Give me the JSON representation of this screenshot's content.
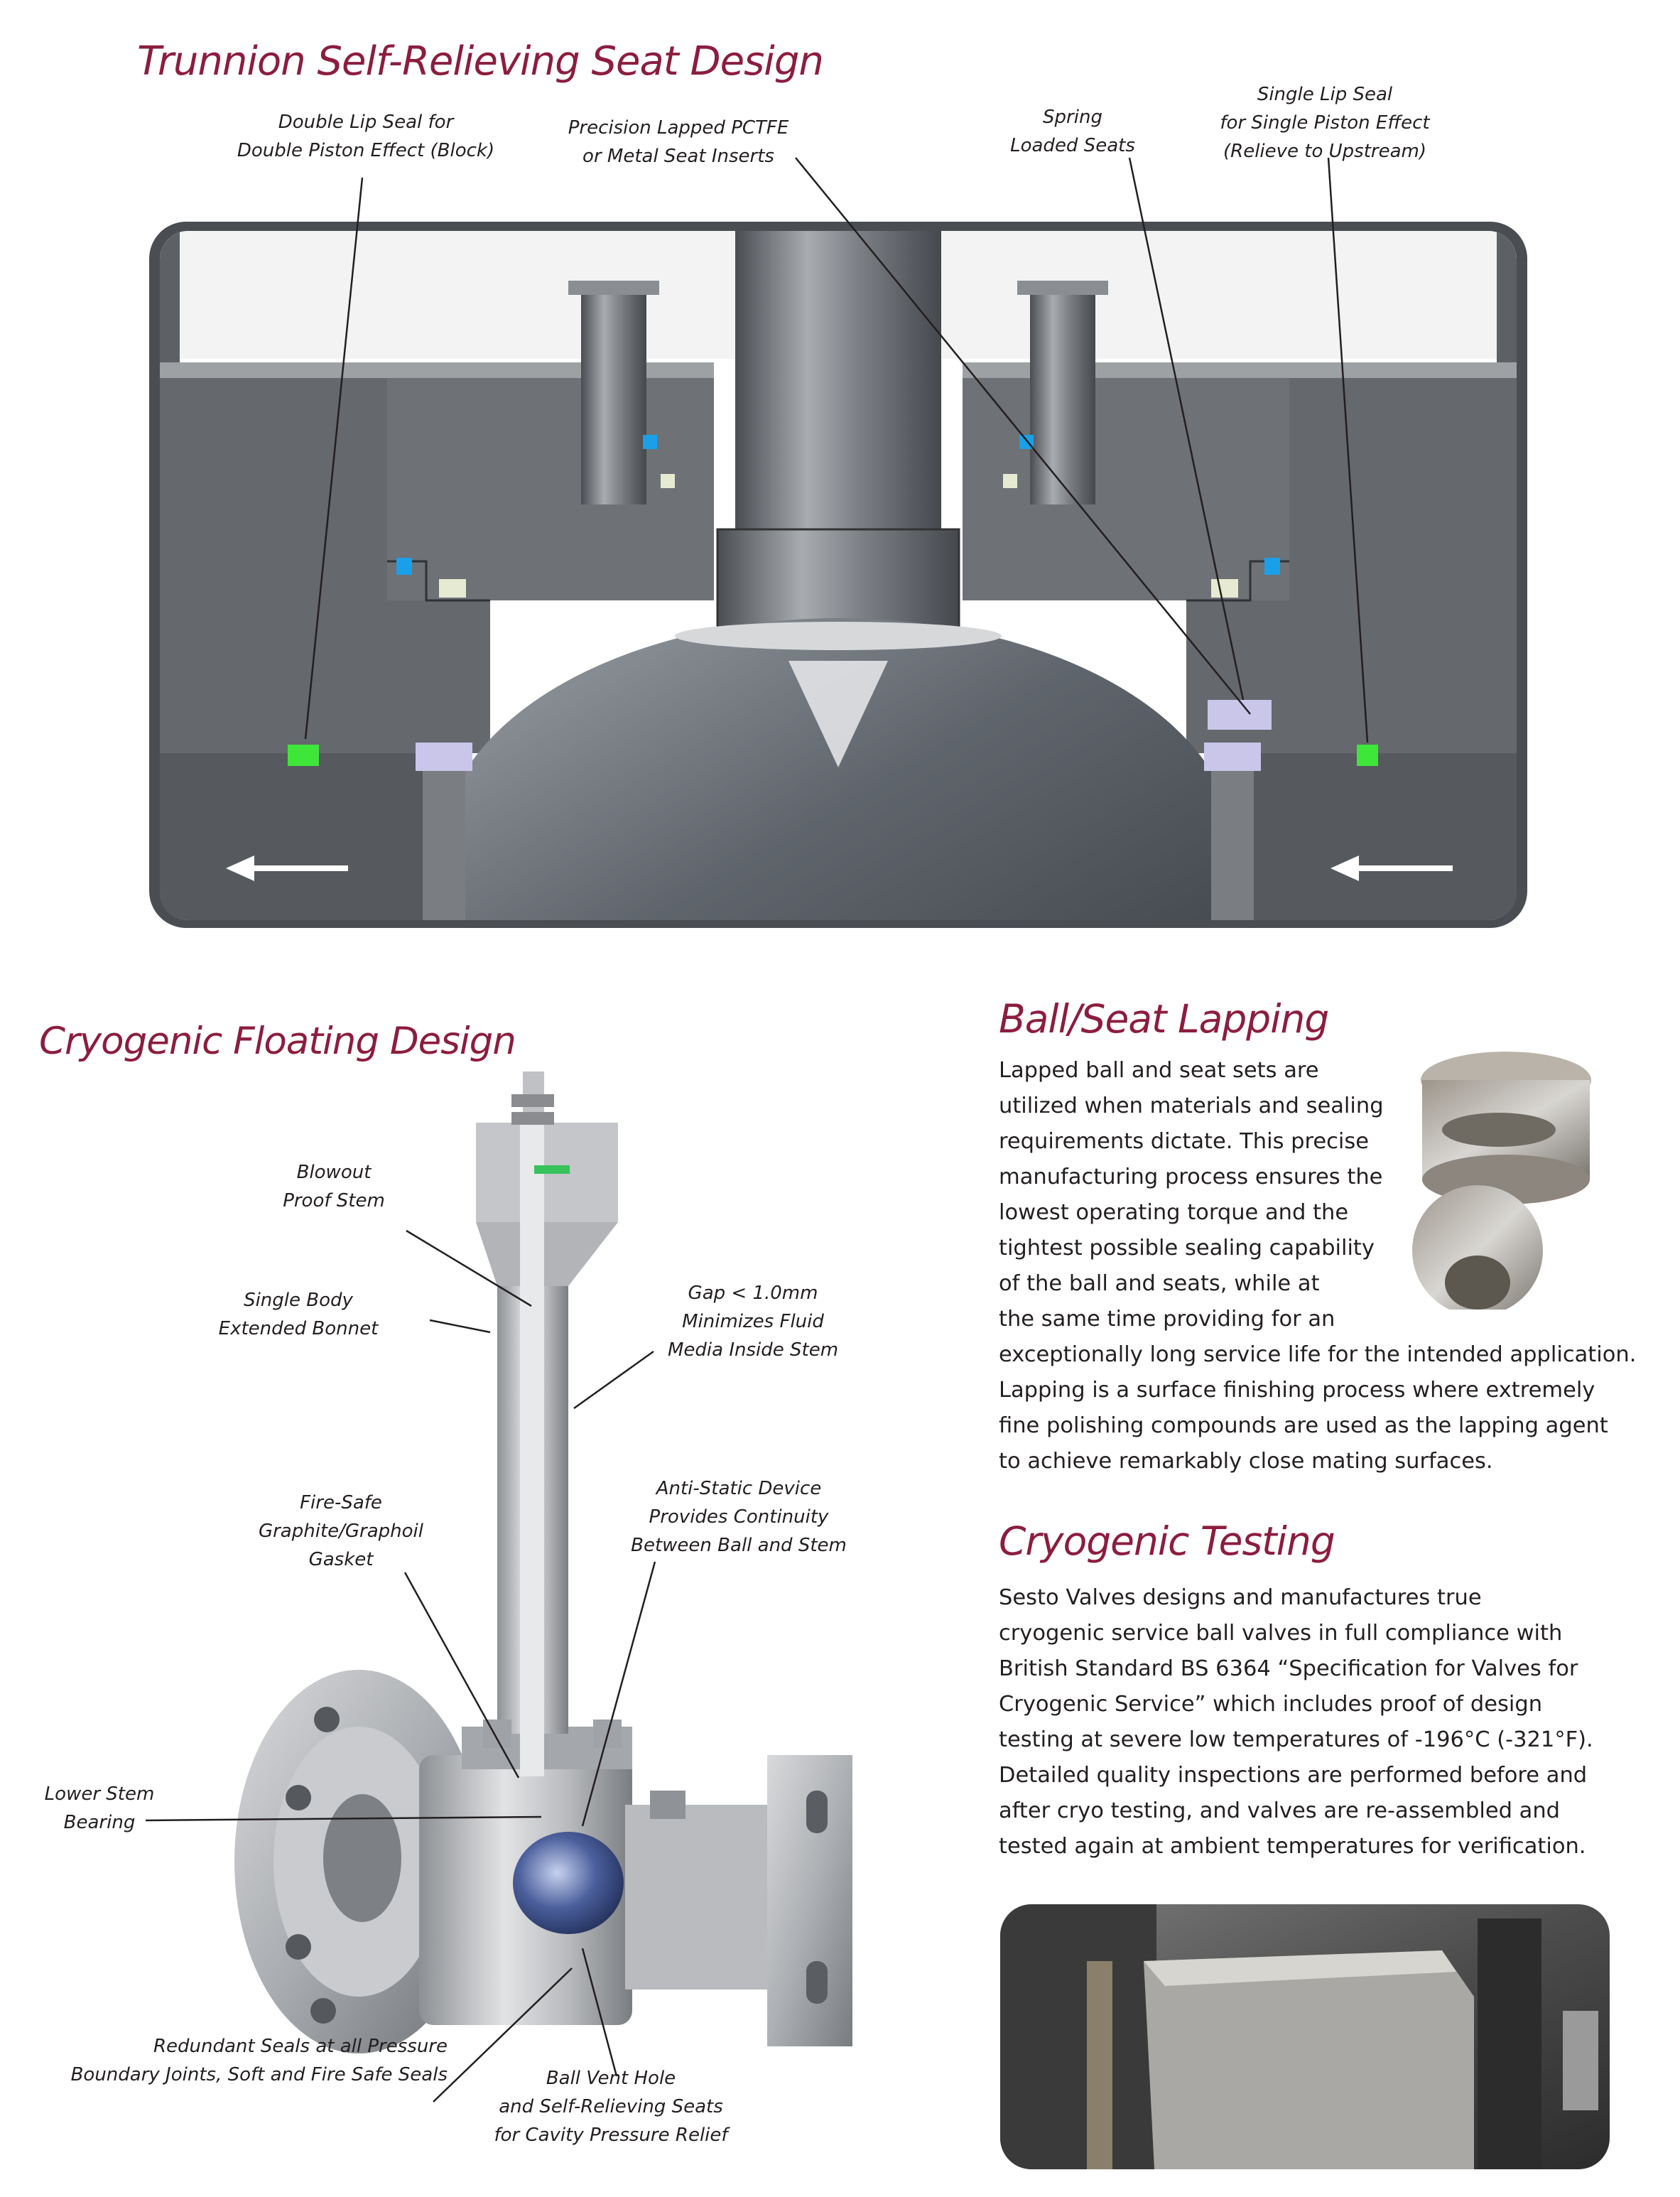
{
  "trunnion": {
    "title": "Trunnion Self-Relieving Seat Design",
    "callouts": {
      "double_lip": [
        "Double Lip Seal for",
        "Double Piston Effect (Block)"
      ],
      "lapped_inserts": [
        "Precision Lapped PCTFE",
        "or Metal Seat Inserts"
      ],
      "spring_seats": [
        "Spring",
        "Loaded Seats"
      ],
      "single_lip": [
        "Single Lip Seal",
        "for Single Piston Effect",
        "(Relieve to Upstream)"
      ]
    }
  },
  "cryogenic_floating": {
    "title": "Cryogenic Floating Design",
    "callouts": {
      "blowout": [
        "Blowout",
        "Proof Stem"
      ],
      "bonnet": [
        "Single Body",
        "Extended Bonnet"
      ],
      "gap": [
        "Gap < 1.0mm",
        "Minimizes Fluid",
        "Media Inside Stem"
      ],
      "firesafe": [
        "Fire-Safe",
        "Graphite/Graphoil",
        "Gasket"
      ],
      "antistatic": [
        "Anti-Static Device",
        "Provides Continuity",
        "Between Ball and Stem"
      ],
      "lower_bearing": [
        "Lower Stem",
        "Bearing"
      ],
      "redundant": [
        "Redundant Seals at all Pressure",
        "Boundary Joints, Soft and Fire Safe Seals"
      ],
      "vent": [
        "Ball Vent Hole",
        "and Self-Relieving Seats",
        "for Cavity Pressure Relief"
      ]
    }
  },
  "lapping": {
    "title": "Ball/Seat Lapping",
    "lines": [
      "Lapped ball and seat sets are",
      "utilized when materials and sealing",
      "requirements dictate. This precise",
      "manufacturing process ensures the",
      "lowest operating torque and the",
      "tightest possible sealing capability",
      "of the ball and seats, while at",
      "the same time providing for an",
      "exceptionally long service life for the intended application.",
      "Lapping is a surface finishing process where extremely",
      "fine polishing compounds are used as the lapping agent",
      "to achieve remarkably close mating surfaces."
    ]
  },
  "testing": {
    "title": "Cryogenic Testing",
    "lines": [
      "Sesto Valves designs and manufactures true",
      "cryogenic service ball valves in full compliance with",
      "British Standard BS 6364 “Specification for Valves for",
      "Cryogenic Service” which includes proof of design",
      "testing at severe low temperatures of -196°C (-321°F).",
      "Detailed quality inspections are performed before and",
      "after cryo testing, and valves are re-assembled and",
      "tested again at ambient temperatures for verification."
    ]
  },
  "colors": {
    "heading": "#8c1d3f",
    "text": "#231f20",
    "steel": "#6d7073",
    "frame": "#4a4d52",
    "seal_green": "#3fe63a",
    "seal_blue": "#1aa0e8",
    "insert_lavender": "#c9c6ea"
  }
}
